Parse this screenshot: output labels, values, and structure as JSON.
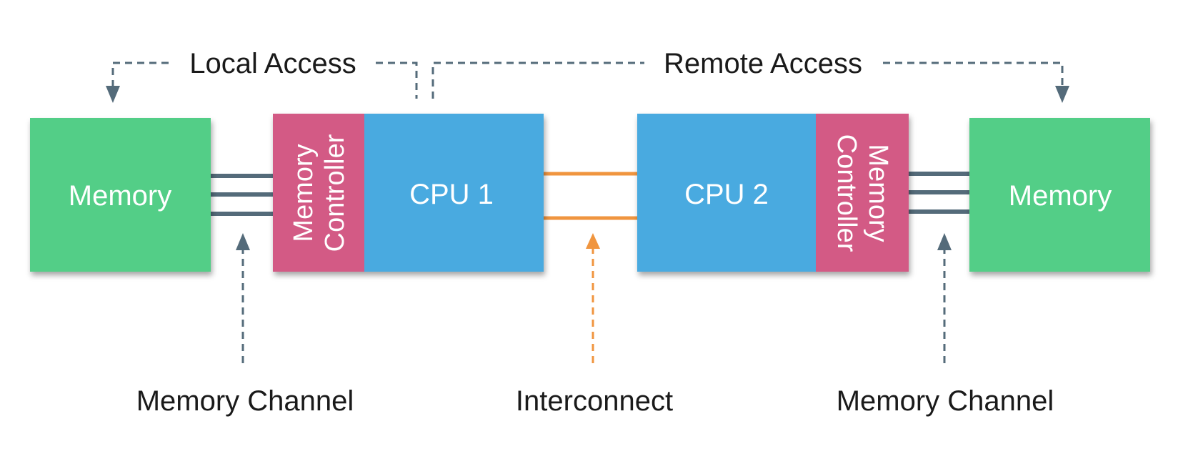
{
  "diagram": {
    "top_labels": {
      "local_access": "Local Access",
      "remote_access": "Remote Access"
    },
    "nodes": {
      "memory_left": "Memory",
      "memory_controller_left": [
        "Memory",
        "Controller"
      ],
      "cpu1": "CPU 1",
      "cpu2": "CPU 2",
      "memory_controller_right": [
        "Memory",
        "Controller"
      ],
      "memory_right": "Memory"
    },
    "bottom_labels": {
      "memory_channel_left": "Memory Channel",
      "interconnect": "Interconnect",
      "memory_channel_right": "Memory Channel"
    },
    "colors": {
      "memory": "#52ce87",
      "memory_controller": "#d35a85",
      "cpu": "#4aaae0",
      "channel": "#546b7a",
      "interconnect": "#f0953f",
      "arrow": "#546b7a"
    }
  }
}
